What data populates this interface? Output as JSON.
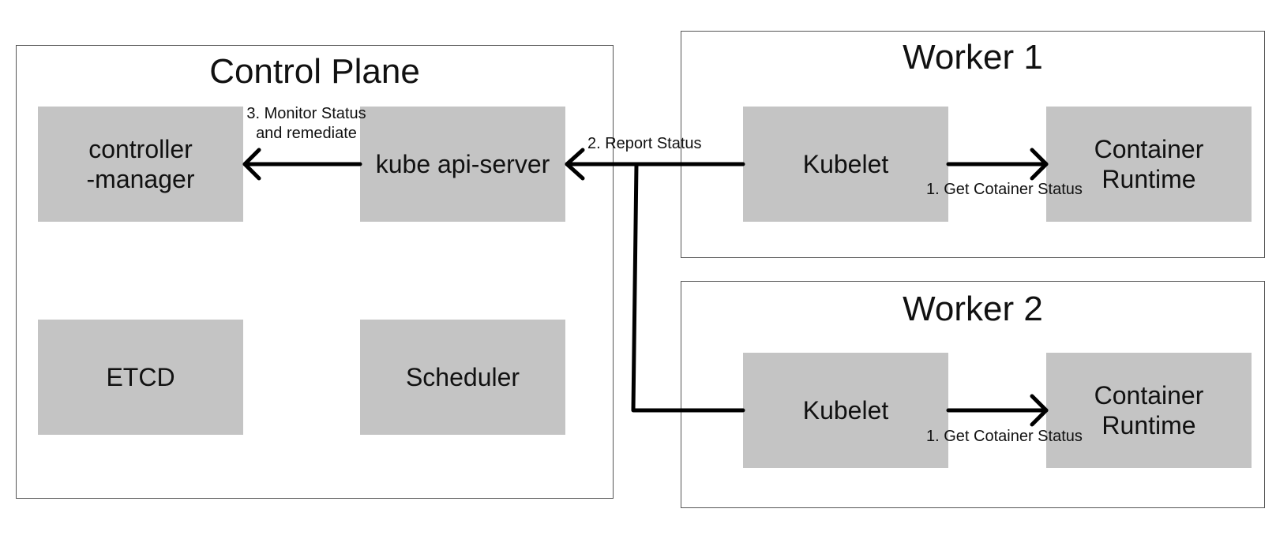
{
  "control_plane": {
    "title": "Control Plane",
    "components": {
      "controller_manager": "controller\n-manager",
      "api_server": "kube api-server",
      "etcd": "ETCD",
      "scheduler": "Scheduler"
    }
  },
  "worker1": {
    "title": "Worker 1",
    "kubelet": "Kubelet",
    "runtime": "Container\nRuntime",
    "edge_label": "1. Get Cotainer Status"
  },
  "worker2": {
    "title": "Worker 2",
    "kubelet": "Kubelet",
    "runtime": "Container\nRuntime",
    "edge_label": "1. Get Cotainer Status"
  },
  "edges": {
    "report_status": "2. Report  Status",
    "monitor": "3. Monitor Status\nand remediate"
  },
  "colors": {
    "component_fill": "#c4c4c4",
    "frame_border": "#555555",
    "arrow": "#000000"
  }
}
